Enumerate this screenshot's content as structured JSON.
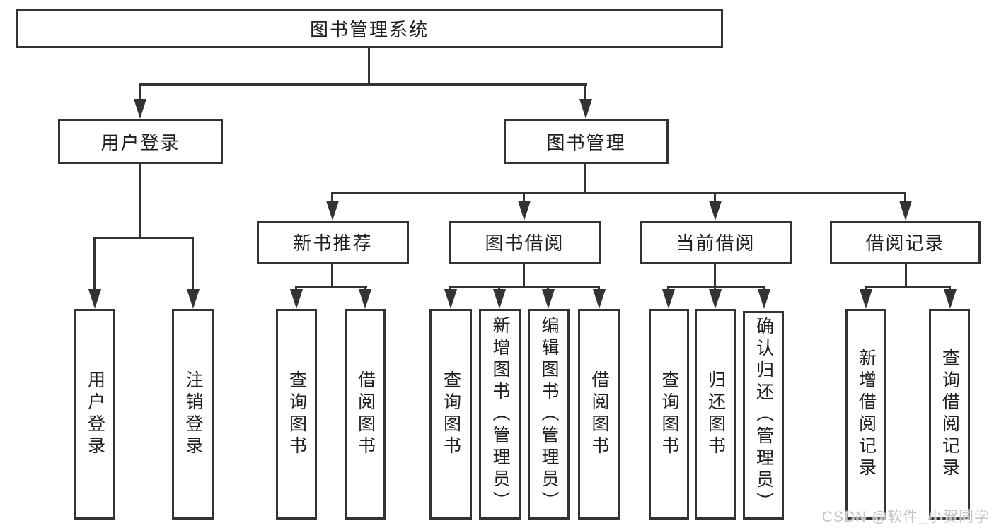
{
  "nodes": {
    "root": "图书管理系统",
    "user_login": "用户登录",
    "book_mgmt": "图书管理",
    "new_book": "新书推荐",
    "book_borrow": "图书借阅",
    "current_borrow": "当前借阅",
    "borrow_record": "借阅记录",
    "leaf_user_login": "用户登录",
    "leaf_logout": "注销登录",
    "leaf_nb_query": "查询图书",
    "leaf_nb_borrow": "借阅图书",
    "leaf_bb_query": "查询图书",
    "leaf_bb_add": "新增图书（管理员）",
    "leaf_bb_edit": "编辑图书（管理员）",
    "leaf_bb_borrow": "借阅图书",
    "leaf_cb_query": "查询图书",
    "leaf_cb_return": "归还图书",
    "leaf_cb_confirm": "确认归还（管理员）",
    "leaf_br_add": "新增借阅记录",
    "leaf_br_query": "查询借阅记录"
  },
  "watermark": "CSDN @软件_小贺同学",
  "colors": {
    "line": "#333333",
    "text": "#1f1f1f",
    "watermark": "#c4c4c4",
    "background": "#ffffff"
  }
}
